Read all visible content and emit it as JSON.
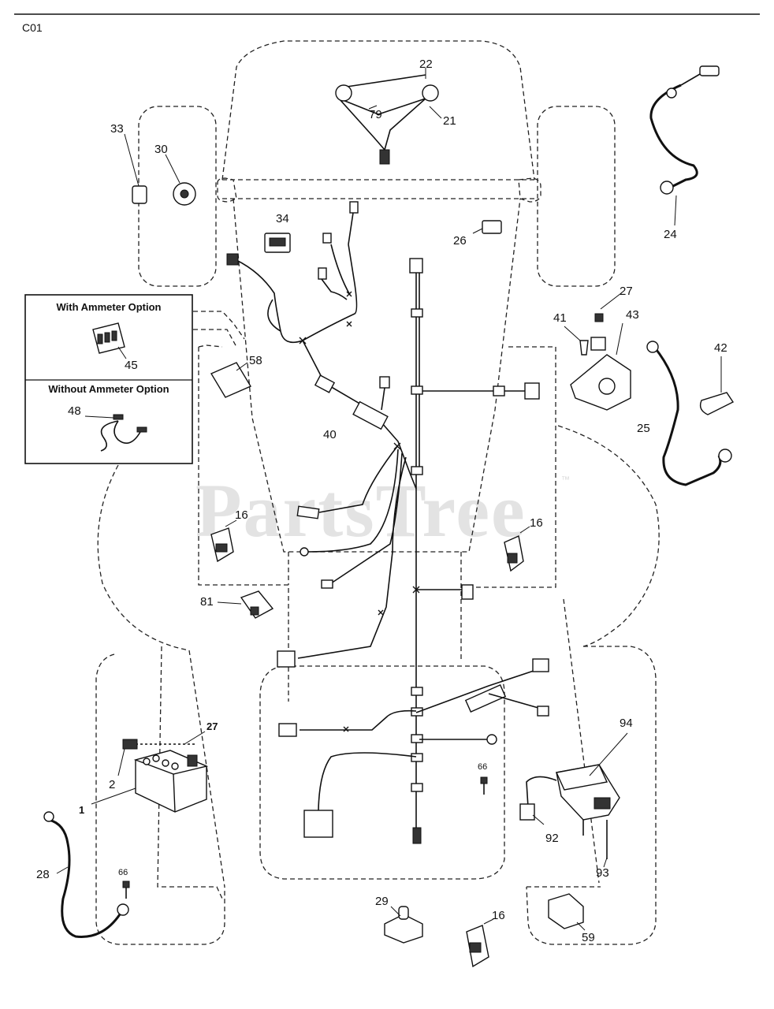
{
  "page_code": "C01",
  "watermark": "PartsTree",
  "watermark_tm": "™",
  "inset": {
    "with_ammeter_title": "With Ammeter Option",
    "without_ammeter_title": "Without Ammeter Option",
    "with_ammeter_callout": "45",
    "without_ammeter_callout": "48"
  },
  "callouts": {
    "c22": "22",
    "c79": "79",
    "c21": "21",
    "c33": "33",
    "c30": "30",
    "c24": "24",
    "c34": "34",
    "c26": "26",
    "c27a": "27",
    "c41": "41",
    "c43": "43",
    "c42": "42",
    "c25": "25",
    "c58": "58",
    "c40": "40",
    "c16a": "16",
    "c16b": "16",
    "c81": "81",
    "c27b": "27",
    "c2": "2",
    "c1": "1",
    "c28": "28",
    "c66a": "66",
    "c66b": "66",
    "c29": "29",
    "c16c": "16",
    "c94": "94",
    "c92": "92",
    "c93": "93",
    "c59": "59"
  }
}
